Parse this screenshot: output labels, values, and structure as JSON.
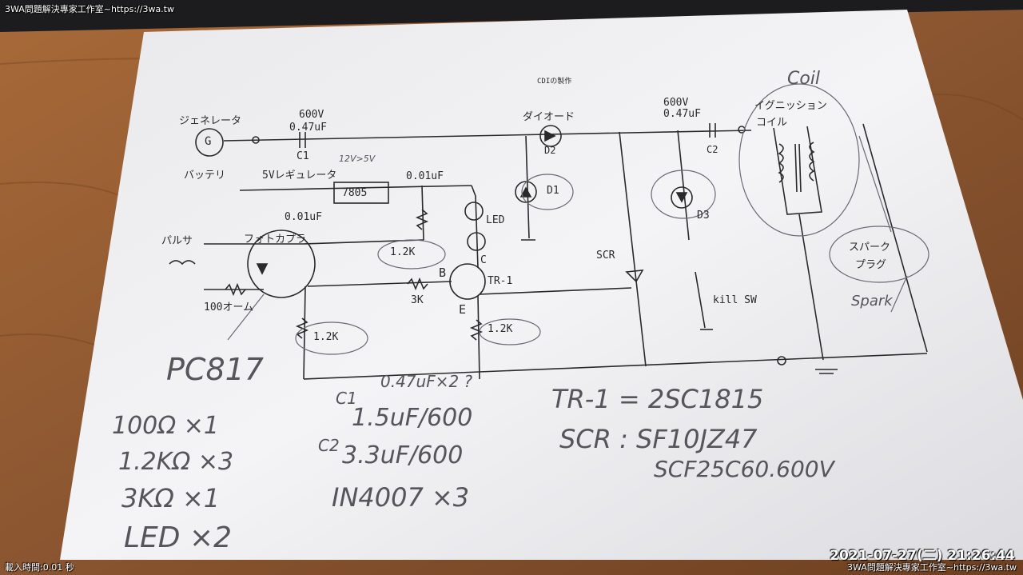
{
  "overlay": {
    "watermark_top": "3WA問題解決專家工作室~https://3wa.tw",
    "watermark_bottom": "3WA問題解決專家工作室~https://3wa.tw",
    "load_time": "載入時間:0.01 秒",
    "timestamp": "2021-07-27(二) 21:26:44"
  },
  "sheet": {
    "title": "CDIの製作",
    "generator_label": "ジェネレータ",
    "generator_symbol": "G",
    "c1_voltage": "600V",
    "c1_value": "0.47uF",
    "c1_name": "C1",
    "battery_label": "バッテリ",
    "regulator_label": "5Vレギュレータ",
    "regulator_chip": "7805",
    "cap_in": "0.01uF",
    "cap_out": "0.01uF",
    "pulser_label": "パルサ",
    "photocoupler_label": "フォトカプラ",
    "r_100": "100オーム",
    "r_1k2_a": "1.2K",
    "r_1k2_b": "1.2K",
    "r_1k2_c": "1.2K",
    "r_3k": "3K",
    "led_label": "LED",
    "tr_label": "TR-1",
    "pin_b": "B",
    "pin_c": "C",
    "pin_e": "E",
    "diode_label": "ダイオード",
    "d1": "D1",
    "d2": "D2",
    "d3": "D3",
    "scr_label": "SCR",
    "c2_voltage": "600V",
    "c2_value": "0.47uF",
    "c2_name": "C2",
    "ignition_label_1": "イグニッション",
    "ignition_label_2": "コイル",
    "kill_label": "kill SW",
    "spark_plug_1": "スパーク",
    "spark_plug_2": "プラグ"
  },
  "handwriting": {
    "coil": "Coil",
    "spark": "Spark",
    "pc817": "PC817",
    "vnote": "12V>5V",
    "c_note": "0.47uF×2 ?",
    "c1_note": "C1",
    "c1_val": "1.5uF/600",
    "c2_note": "C2",
    "c2_val": "3.3uF/600",
    "diode_note": "IN4007 ×3",
    "res_100": "100Ω ×1",
    "res_1k2": "1.2KΩ ×3",
    "res_3k": "3KΩ ×1",
    "led": "LED ×2",
    "tr": "TR-1 = 2SC1815",
    "scr_1": "SCR : SF10JZ47",
    "scr_2": "SCF25C60.600V"
  },
  "colors": {
    "wood": "#8a5a32",
    "paper": "#f2f2f4",
    "ink": "#2a2a2a",
    "pencil": "#55555a"
  }
}
